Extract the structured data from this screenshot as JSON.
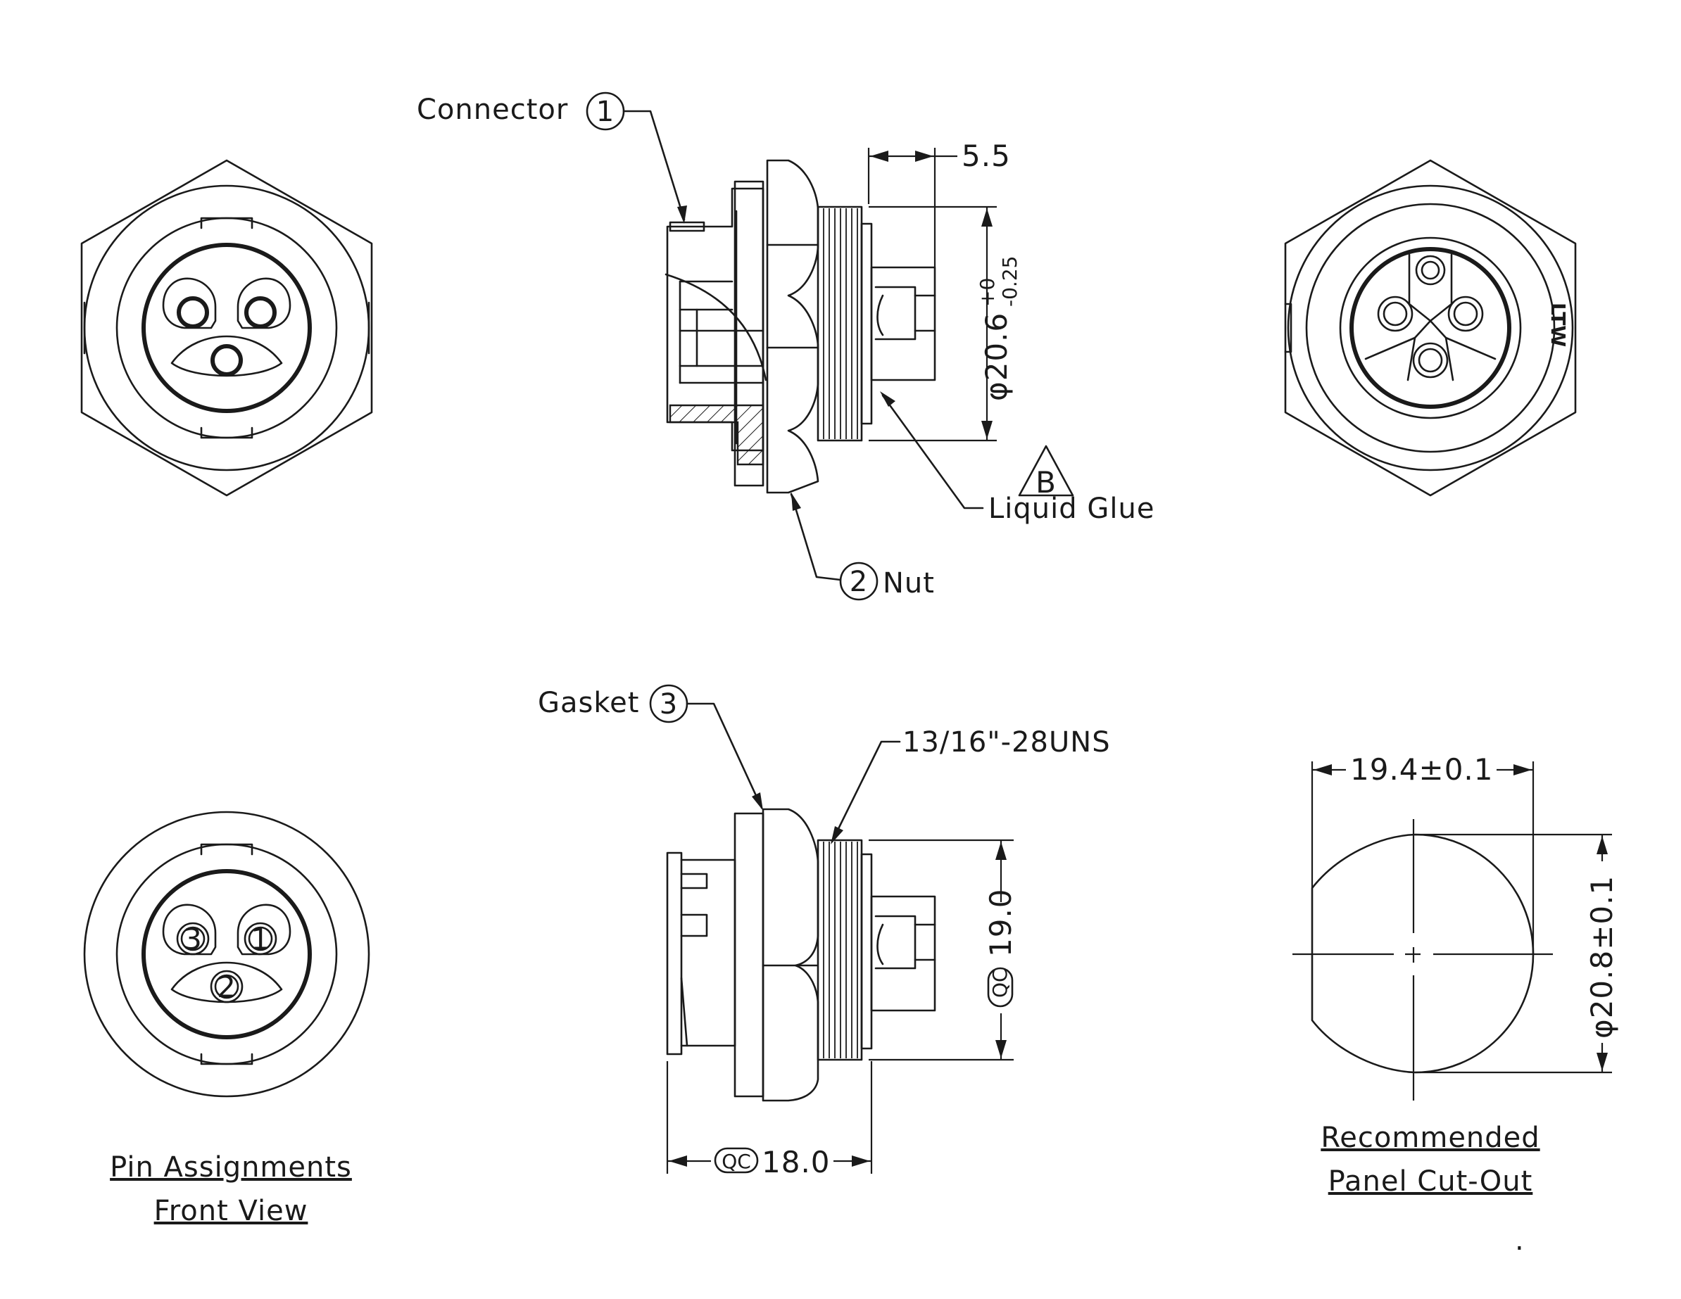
{
  "labels": {
    "connector": "Connector",
    "connector_num": "1",
    "nut": "Nut",
    "nut_num": "2",
    "gasket": "Gasket",
    "gasket_num": "3",
    "liquid_glue": "Liquid  Glue",
    "glue_mark": "B",
    "thread": "13/16\"-28UNS",
    "ltw_mark": "LTW"
  },
  "dimensions": {
    "top_offset": "5.5",
    "diameter_nominal": "φ20.6",
    "tol_plus": "+0",
    "tol_minus": "-0.25",
    "body_height": "19.0",
    "body_length": "18.0",
    "qc_mark": "QC",
    "cutout_width": "19.4±0.1",
    "cutout_diameter": "φ20.8±0.1"
  },
  "pins": [
    "1",
    "2",
    "3"
  ],
  "captions": {
    "pin_line1": "Pin  Assignments",
    "pin_line2": "Front  View",
    "cut_line1": "Recommended",
    "cut_line2": "Panel  Cut-Out"
  },
  "footer_mark": "."
}
